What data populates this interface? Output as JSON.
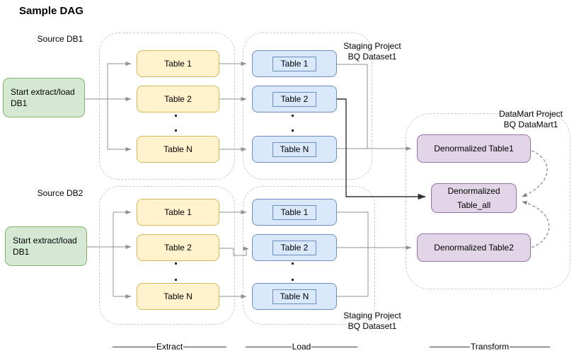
{
  "title": "Sample DAG",
  "ellipsis_dot": ".",
  "colors": {
    "start_fill": "#d5e8d4",
    "start_stroke": "#82b366",
    "extract_fill": "#fff2cc",
    "extract_stroke": "#d6b656",
    "load_fill": "#dae8fc",
    "load_stroke": "#6c8ebf",
    "datamart_fill": "#e1d5e7",
    "datamart_stroke": "#9673a6",
    "container_stroke": "#c9c9c9",
    "arrow_light": "#909090",
    "arrow_dark": "#333333",
    "arrow_dashed": "#7a7a7a"
  },
  "row1": {
    "source_label": "Source DB1",
    "start_label": "Start extract/load DB1",
    "extract_tables": [
      "Table 1",
      "Table 2",
      "Table N"
    ],
    "load_tables": [
      "Table 1",
      "Table 2",
      "Table N"
    ],
    "staging_line1": "Staging Project",
    "staging_line2": "BQ Dataset1"
  },
  "row2": {
    "source_label": "Source DB2",
    "start_label": "Start extract/load DB1",
    "extract_tables": [
      "Table 1",
      "Table 2",
      "Table N"
    ],
    "load_tables": [
      "Table 1",
      "Table 2",
      "Table N"
    ],
    "staging_line1": "Staging Project",
    "staging_line2": "BQ Dataset1"
  },
  "datamart": {
    "label_line1": "DataMart Project",
    "label_line2": "BQ DataMart1",
    "table1": "Denormalized Table1",
    "table_all_line1": "Denormalized",
    "table_all_line2": "Table_all",
    "table2": "Denormalized Table2"
  },
  "stages": {
    "extract": "Extract",
    "load": "Load",
    "transform": "Transform"
  }
}
